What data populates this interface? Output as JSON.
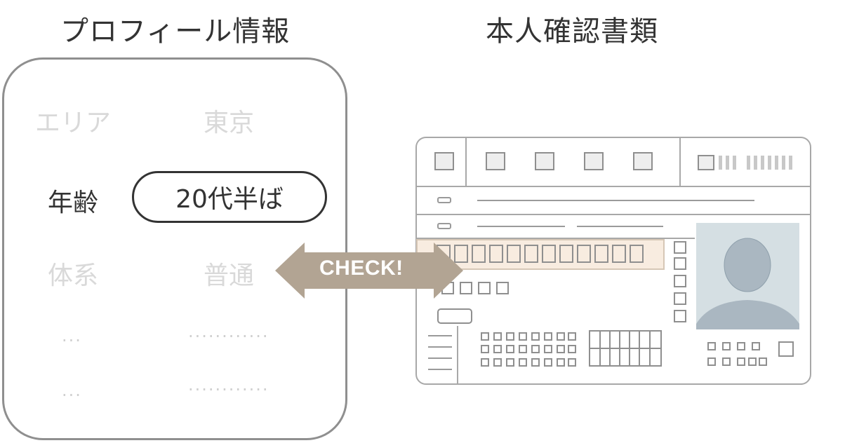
{
  "profile": {
    "title": "プロフィール情報",
    "rows": [
      {
        "label": "エリア",
        "value": "東京"
      },
      {
        "label": "年齢",
        "value": "20代半ば"
      },
      {
        "label": "体系",
        "value": "普通"
      }
    ],
    "ellipsis_short": "···",
    "ellipsis_long": "············"
  },
  "document": {
    "title": "本人確認書類"
  },
  "arrow": {
    "label": "CHECK!",
    "color": "#b2a493"
  },
  "colors": {
    "highlight": "#f8ece0",
    "photo_bg": "#d5dfe3",
    "silhouette": "#aab7c1"
  }
}
